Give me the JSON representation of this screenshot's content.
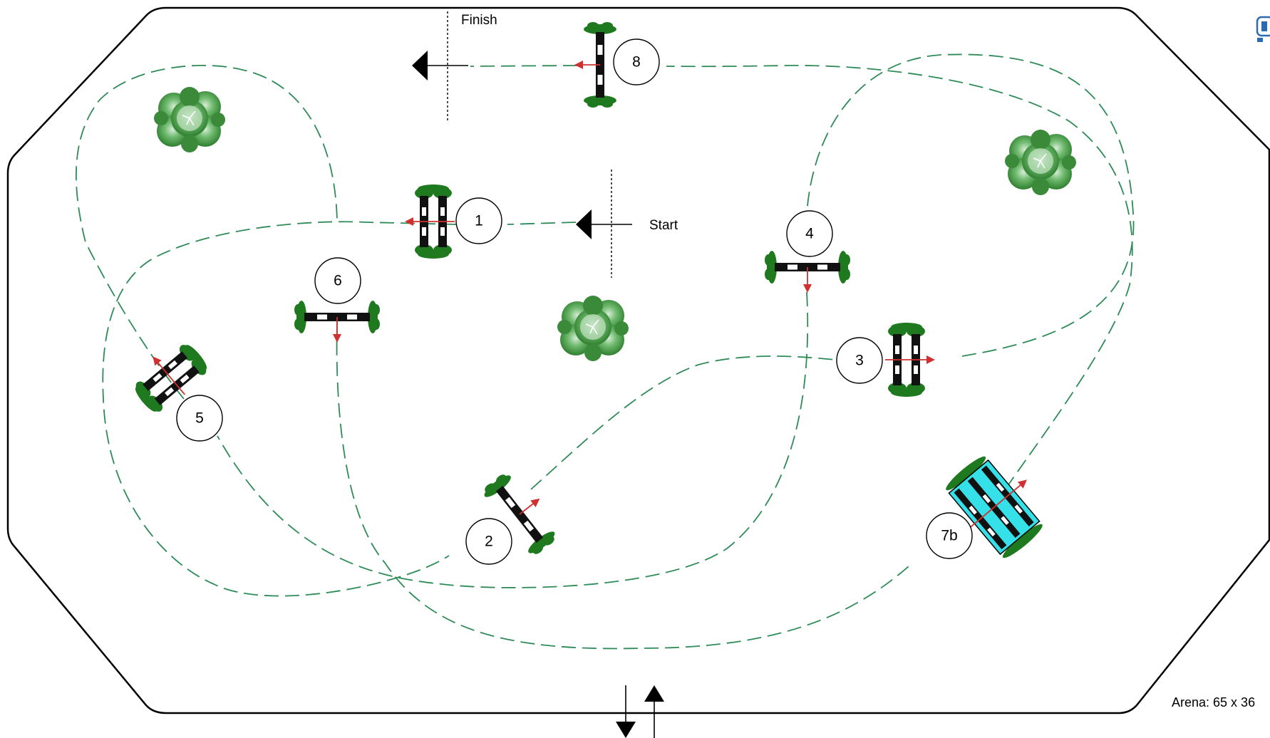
{
  "labels": {
    "start": "Start",
    "finish": "Finish",
    "arena": "Arena: 65 x 36"
  },
  "obstacles": [
    {
      "id": "1",
      "label": "1",
      "kind": "oxer"
    },
    {
      "id": "2",
      "label": "2",
      "kind": "vertical"
    },
    {
      "id": "3",
      "label": "3",
      "kind": "oxer"
    },
    {
      "id": "4",
      "label": "4",
      "kind": "vertical"
    },
    {
      "id": "5",
      "label": "5",
      "kind": "oxer"
    },
    {
      "id": "6",
      "label": "6",
      "kind": "vertical"
    },
    {
      "id": "7b",
      "label": "7b",
      "kind": "triple-bar-water"
    },
    {
      "id": "8",
      "label": "8",
      "kind": "vertical"
    }
  ],
  "decorations": {
    "trees": 3,
    "gate_arrows": [
      "down-arrow",
      "up-arrow"
    ]
  },
  "colors": {
    "route": "#2e8b57",
    "foliage": "#1f7a1f",
    "direction": "#d03030",
    "water": "#35e0e8"
  }
}
